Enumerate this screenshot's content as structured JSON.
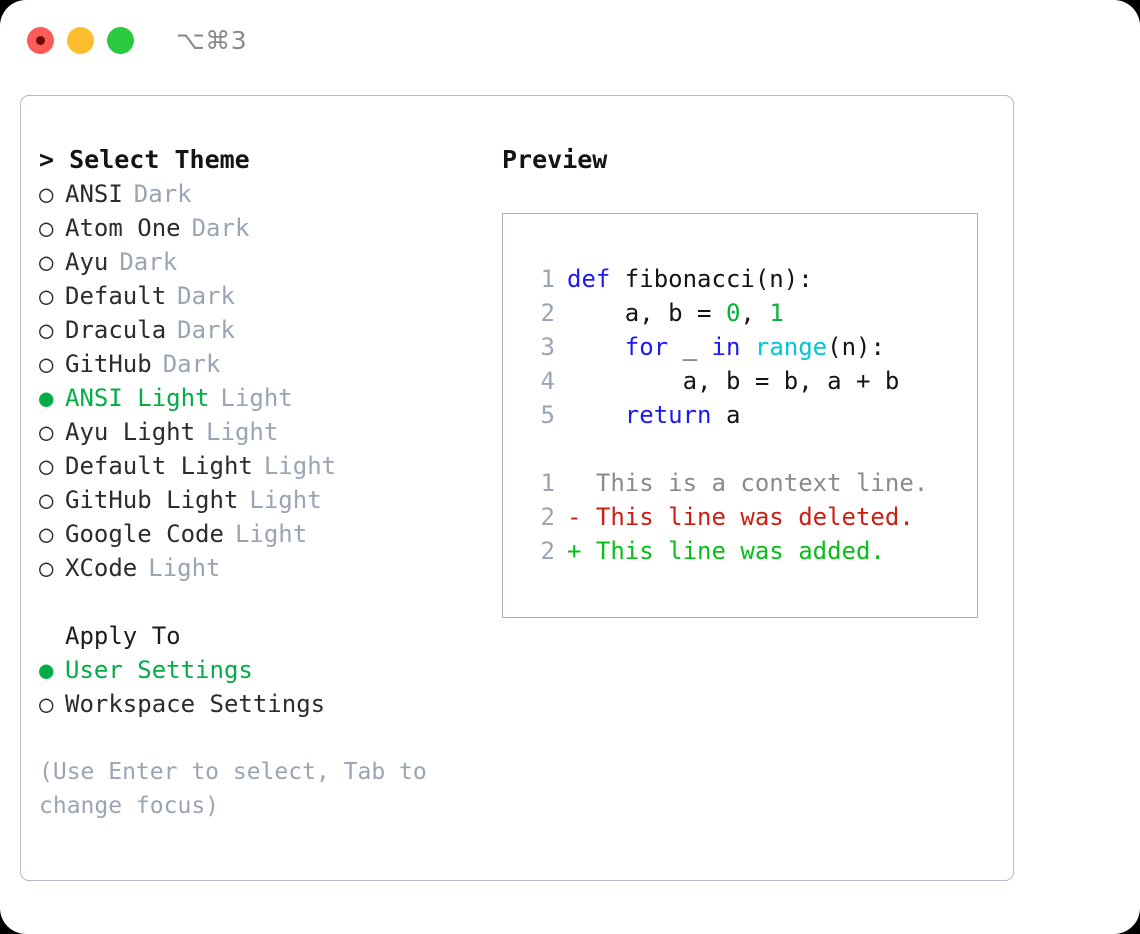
{
  "titlebar": {
    "shortcut": "⌥⌘3",
    "buttons": [
      {
        "name": "close",
        "color": "#fc5b57"
      },
      {
        "name": "minimize",
        "color": "#fdbd2e"
      },
      {
        "name": "maximize",
        "color": "#29c940"
      }
    ]
  },
  "left": {
    "heading": "> Select Theme",
    "themes": [
      {
        "bullet": "○",
        "label": "ANSI",
        "tag": "Dark",
        "selected": false
      },
      {
        "bullet": "○",
        "label": "Atom One",
        "tag": "Dark",
        "selected": false
      },
      {
        "bullet": "○",
        "label": "Ayu",
        "tag": "Dark",
        "selected": false
      },
      {
        "bullet": "○",
        "label": "Default",
        "tag": "Dark",
        "selected": false
      },
      {
        "bullet": "○",
        "label": "Dracula",
        "tag": "Dark",
        "selected": false
      },
      {
        "bullet": "○",
        "label": "GitHub",
        "tag": "Dark",
        "selected": false
      },
      {
        "bullet": "●",
        "label": "ANSI Light",
        "tag": "Light",
        "selected": true
      },
      {
        "bullet": "○",
        "label": "Ayu Light",
        "tag": "Light",
        "selected": false
      },
      {
        "bullet": "○",
        "label": "Default Light",
        "tag": "Light",
        "selected": false
      },
      {
        "bullet": "○",
        "label": "GitHub Light",
        "tag": "Light",
        "selected": false
      },
      {
        "bullet": "○",
        "label": "Google Code",
        "tag": "Light",
        "selected": false
      },
      {
        "bullet": "○",
        "label": "XCode",
        "tag": "Light",
        "selected": false
      }
    ],
    "apply_to_heading": "Apply To",
    "apply_to": [
      {
        "bullet": "●",
        "label": "User Settings",
        "selected": true
      },
      {
        "bullet": "○",
        "label": "Workspace Settings",
        "selected": false
      }
    ],
    "hint": "(Use Enter to select, Tab to change focus)"
  },
  "right": {
    "preview_title": "Preview",
    "code_lines": [
      {
        "number": "1",
        "tokens": [
          {
            "text": "def ",
            "kind": "kw"
          },
          {
            "text": "fibonacci(n):",
            "kind": "plain"
          }
        ]
      },
      {
        "number": "2",
        "tokens": [
          {
            "text": "    a, b = ",
            "kind": "plain"
          },
          {
            "text": "0",
            "kind": "num"
          },
          {
            "text": ", ",
            "kind": "plain"
          },
          {
            "text": "1",
            "kind": "num"
          }
        ]
      },
      {
        "number": "3",
        "tokens": [
          {
            "text": "    ",
            "kind": "plain"
          },
          {
            "text": "for",
            "kind": "kw"
          },
          {
            "text": " _ ",
            "kind": "plain"
          },
          {
            "text": "in",
            "kind": "kw"
          },
          {
            "text": " ",
            "kind": "plain"
          },
          {
            "text": "range",
            "kind": "fn"
          },
          {
            "text": "(n):",
            "kind": "plain"
          }
        ]
      },
      {
        "number": "4",
        "tokens": [
          {
            "text": "        a, b = b, a + b",
            "kind": "plain"
          }
        ]
      },
      {
        "number": "5",
        "tokens": [
          {
            "text": "    ",
            "kind": "plain"
          },
          {
            "text": "return",
            "kind": "kw"
          },
          {
            "text": " a",
            "kind": "plain"
          }
        ]
      },
      {
        "number": "",
        "tokens": [],
        "blank": true
      },
      {
        "number": "1",
        "tokens": [
          {
            "text": "  This is a context line.",
            "kind": "ctx"
          }
        ]
      },
      {
        "number": "2",
        "tokens": [
          {
            "text": "- This line was deleted.",
            "kind": "del"
          }
        ]
      },
      {
        "number": "2",
        "tokens": [
          {
            "text": "+ This line was added.",
            "kind": "add"
          }
        ]
      }
    ]
  },
  "colors": {
    "accent_green": "#04ad47",
    "muted_gray": "#9aa4b4",
    "keyword_blue": "#1b1bef",
    "function_cyan": "#00c7d4",
    "number_green": "#05b336",
    "diff_delete": "#cc1f12",
    "diff_add": "#07bf18",
    "border": "#b4bbc6"
  }
}
